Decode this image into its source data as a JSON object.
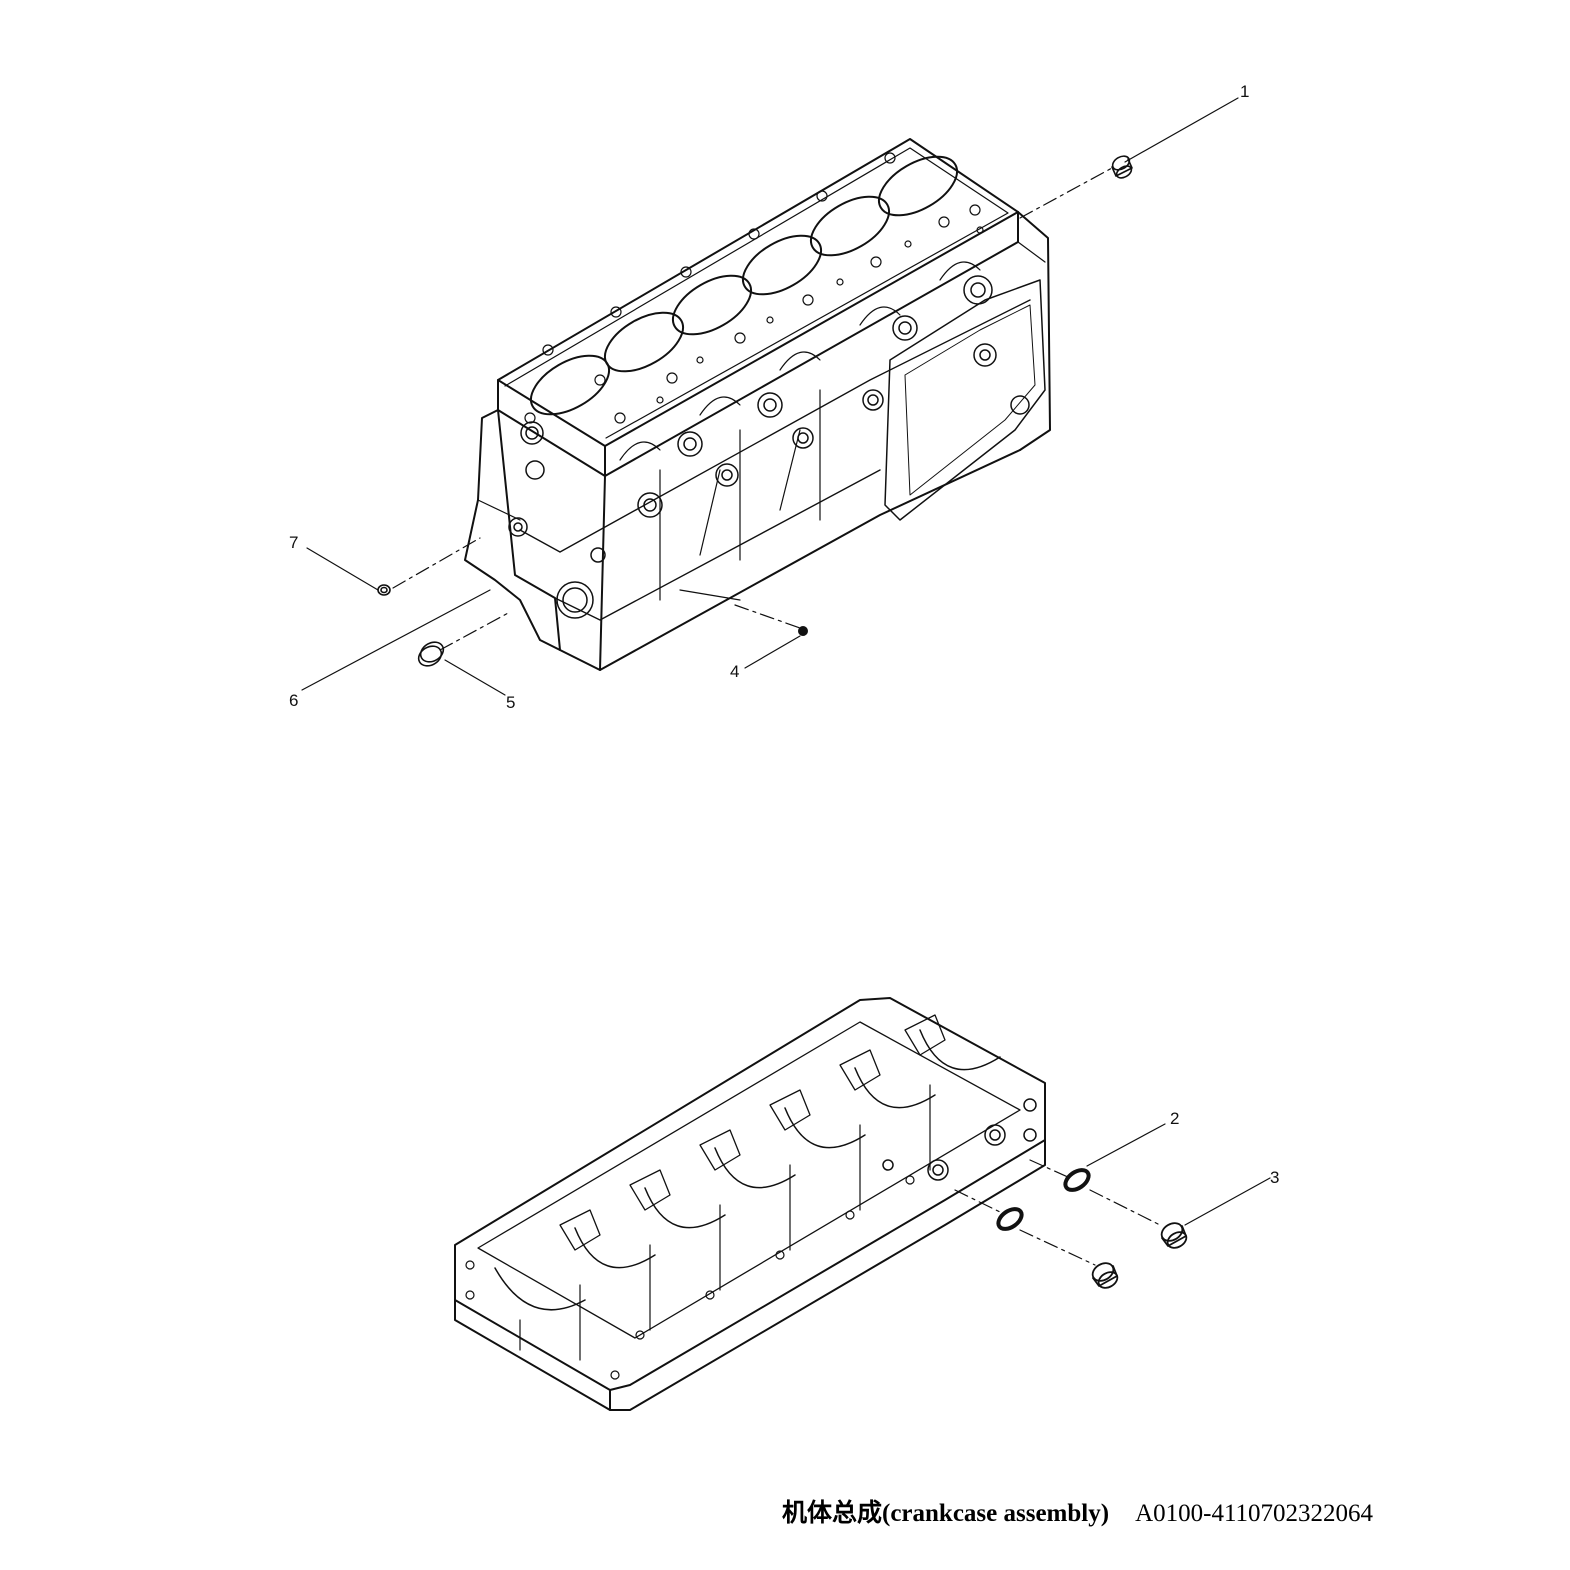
{
  "callouts": {
    "c1": "1",
    "c2": "2",
    "c3": "3",
    "c4": "4",
    "c5": "5",
    "c6": "6",
    "c7": "7"
  },
  "caption": {
    "title": "机体总成(crankcase assembly)",
    "code": "A0100-4110702322064"
  }
}
